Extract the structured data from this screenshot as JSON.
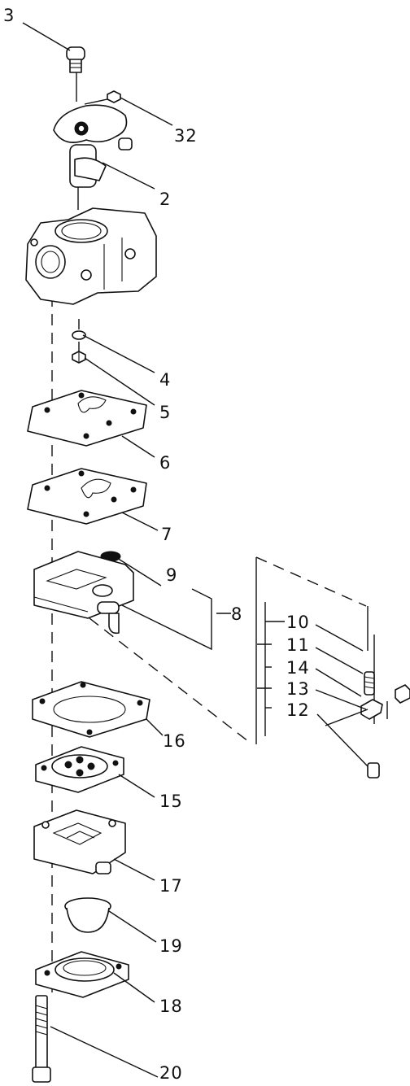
{
  "labels": {
    "p2": "2",
    "p3": "3",
    "p4": "4",
    "p5": "5",
    "p6": "6",
    "p7": "7",
    "p8": "8",
    "p9": "9",
    "p10": "10",
    "p11": "11",
    "p12": "12",
    "p13": "13",
    "p14": "14",
    "p15": "15",
    "p16": "16",
    "p17": "17",
    "p18": "18",
    "p19": "19",
    "p20": "20",
    "p32": "32"
  }
}
